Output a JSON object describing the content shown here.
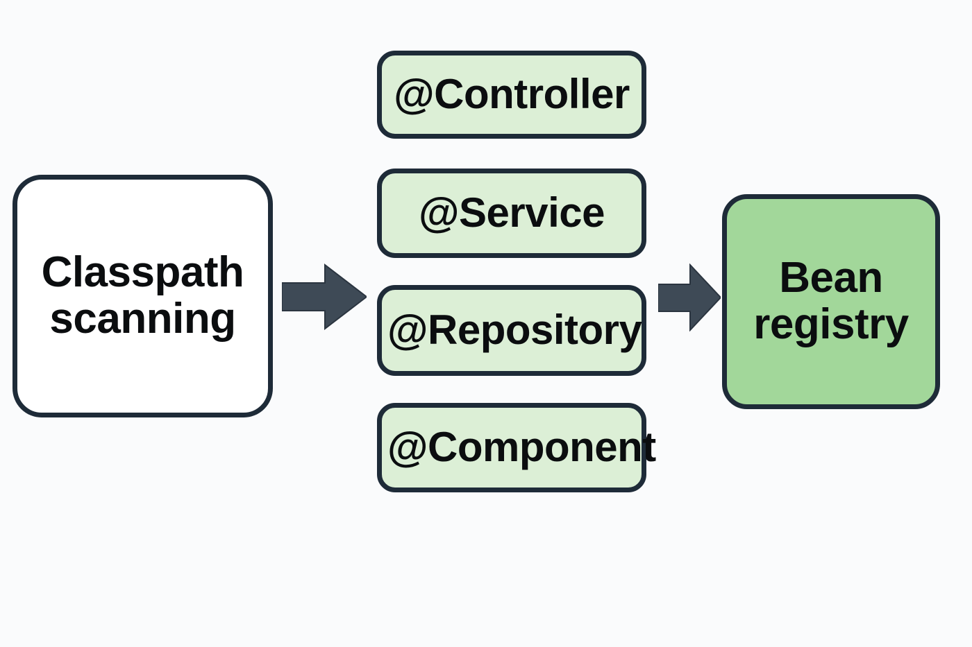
{
  "diagram": {
    "title": "Spring classpath scanning to bean registry flow",
    "background_color": "#fafbfc",
    "border_color": "#1e2b38",
    "arrow_color": "#3e4a56",
    "pill_fill": "#dcefd6",
    "target_fill": "#a2d79a",
    "source_fill": "#ffffff",
    "text_color": "#0b0d0f"
  },
  "nodes": {
    "source": {
      "id": "classpath-scanning",
      "line1": "Classpath",
      "line2": "scanning"
    },
    "annotations": [
      {
        "id": "controller",
        "label": "@Controller"
      },
      {
        "id": "service",
        "label": "@Service"
      },
      {
        "id": "repository",
        "label": "@Repository"
      },
      {
        "id": "component",
        "label": "@Component"
      }
    ],
    "target": {
      "id": "bean-registry",
      "line1": "Bean",
      "line2": "registry"
    }
  },
  "arrows": [
    {
      "id": "arrow-scanning-to-annotations",
      "from": "classpath-scanning",
      "to": "annotations",
      "direction": "right"
    },
    {
      "id": "arrow-annotations-to-registry",
      "from": "annotations",
      "to": "bean-registry",
      "direction": "right"
    }
  ]
}
